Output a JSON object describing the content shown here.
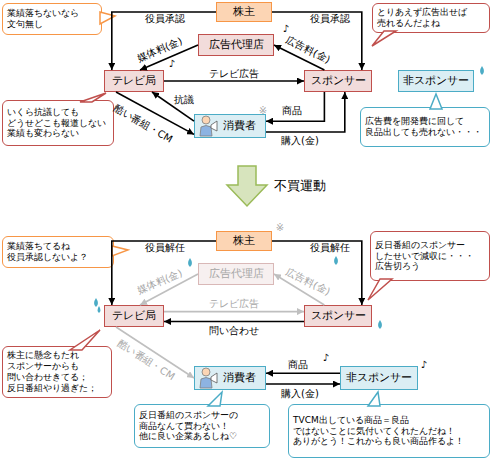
{
  "diagram": {
    "nodes": [
      {
        "text": [
          "株主"
        ]
      },
      {
        "text": [
          "業績落ちないなら 文句無し"
        ]
      },
      {
        "text": [
          "とりあえず広告出せば 売れるんだよね"
        ]
      },
      {
        "text": [
          "広告代理店"
        ]
      },
      {
        "text": [
          "テレビ局"
        ]
      },
      {
        "text": [
          "スポンサー"
        ]
      },
      {
        "text": [
          "非スポンサー"
        ]
      },
      {
        "text": [
          "いくら抗議しても どうせどこも報道しない 業績も変わらない"
        ]
      },
      {
        "text": [
          "消費者"
        ]
      },
      {
        "text": [
          "広告費を開発費に回して 良品出しても売れない・・・"
        ]
      },
      {
        "text": [
          "株主"
        ]
      },
      {
        "text": [
          "業績落ちてるね 役員承認しないよ？"
        ]
      },
      {
        "text": [
          "反日番組のスポンサー したせいで減収に・・・ 広告切ろう"
        ]
      },
      {
        "text": [
          "広告代理店"
        ]
      },
      {
        "text": [
          "テレビ局"
        ]
      },
      {
        "text": [
          "スポンサー"
        ]
      },
      {
        "text": [
          "株主に懸念もたれ スポンサーからも 問い合わせきてる； 反日番組やり過ぎた；"
        ]
      },
      {
        "text": [
          "消費者"
        ]
      },
      {
        "text": [
          "非スポンサー"
        ]
      },
      {
        "text": [
          "反日番組のスポンサーの 商品なんて買わない！ 他に良い企業あるしね♡"
        ]
      },
      {
        "text": [
          "TVCM出している商品＝良品 ではないことに気付いてくれたんだね！ ありがとう！これからも良い商品作るよ！"
        ]
      }
    ],
    "edges": [
      {
        "from": 0,
        "to": 4,
        "label": "役員承認",
        "arrow": "to"
      },
      {
        "from": 0,
        "to": 5,
        "label": "役員承認",
        "arrow": "to"
      },
      {
        "from": 3,
        "to": 4,
        "label": "媒体料(金)",
        "arrow": "to"
      },
      {
        "from": 5,
        "to": 3,
        "label": "広告料(金)",
        "arrow": "to"
      },
      {
        "from": 4,
        "to": 5,
        "label": "テレビ広告",
        "arrow": "to"
      },
      {
        "from": 4,
        "to": 8,
        "label": "酷い番組・CM",
        "arrow": "to"
      },
      {
        "from": 8,
        "to": 4,
        "label": "抗議",
        "arrow": "to"
      },
      {
        "from": 5,
        "to": 8,
        "label": "商品",
        "arrow": "to"
      },
      {
        "from": 8,
        "to": 5,
        "label": "購入(金)",
        "arrow": "to"
      },
      {
        "from": 10,
        "to": 14,
        "label": "役員解任",
        "arrow": "to"
      },
      {
        "from": 10,
        "to": 15,
        "label": "役員解任",
        "arrow": "to"
      },
      {
        "from": 13,
        "to": 14,
        "label": "媒体料(金)",
        "arrow": "to"
      },
      {
        "from": 15,
        "to": 13,
        "label": "広告料(金)",
        "arrow": "to"
      },
      {
        "from": 14,
        "to": 15,
        "label": "テレビ広告",
        "arrow": "to"
      },
      {
        "from": 15,
        "to": 14,
        "label": "問い合わせ",
        "arrow": "to"
      },
      {
        "from": 14,
        "to": 17,
        "label": "酷い番組・CM",
        "arrow": "to"
      },
      {
        "from": 18,
        "to": 17,
        "label": "商品",
        "arrow": "to"
      },
      {
        "from": 17,
        "to": 18,
        "label": "購入(金)",
        "arrow": "to"
      }
    ],
    "labels": [
      "♪",
      "♪",
      "※",
      "不買運動",
      "※",
      "♪",
      "♪"
    ]
  }
}
